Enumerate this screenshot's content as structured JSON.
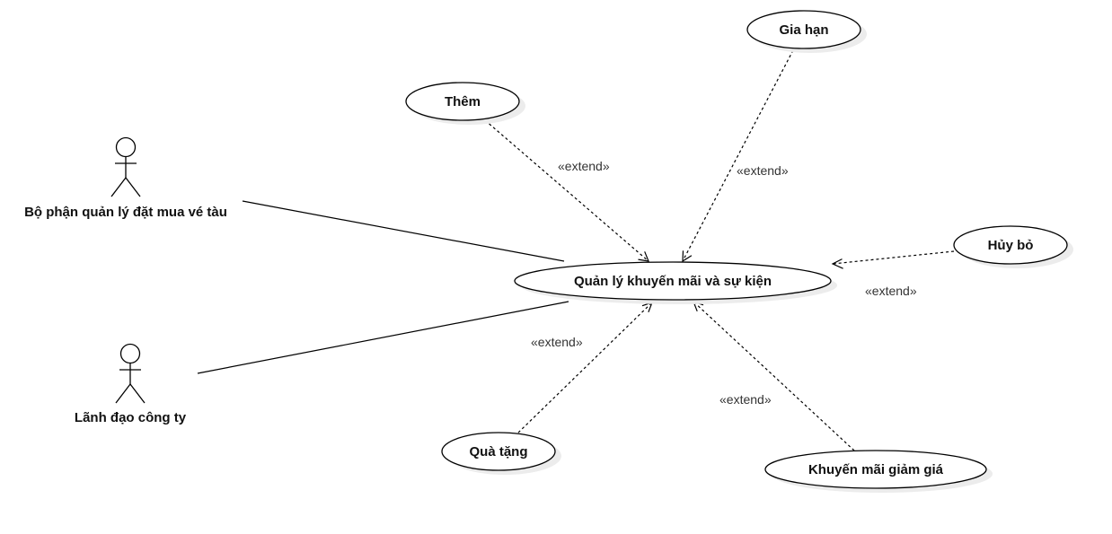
{
  "diagram": {
    "actors": [
      {
        "id": "booking",
        "label": "Bộ phận quản lý đặt mua vé tàu"
      },
      {
        "id": "leadership",
        "label": "Lãnh đạo công ty"
      }
    ],
    "use_cases": {
      "main": "Quản lý khuyến mãi và sự kiện",
      "add": "Thêm",
      "extend": "Gia hạn",
      "cancel": "Hủy bỏ",
      "gift": "Quà tặng",
      "discount": "Khuyến mãi giảm giá"
    },
    "relations": [
      {
        "from": "add",
        "to": "main",
        "stereotype": "«extend»"
      },
      {
        "from": "extend",
        "to": "main",
        "stereotype": "«extend»"
      },
      {
        "from": "cancel",
        "to": "main",
        "stereotype": "«extend»"
      },
      {
        "from": "gift",
        "to": "main",
        "stereotype": "«extend»"
      },
      {
        "from": "discount",
        "to": "main",
        "stereotype": "«extend»"
      }
    ]
  }
}
